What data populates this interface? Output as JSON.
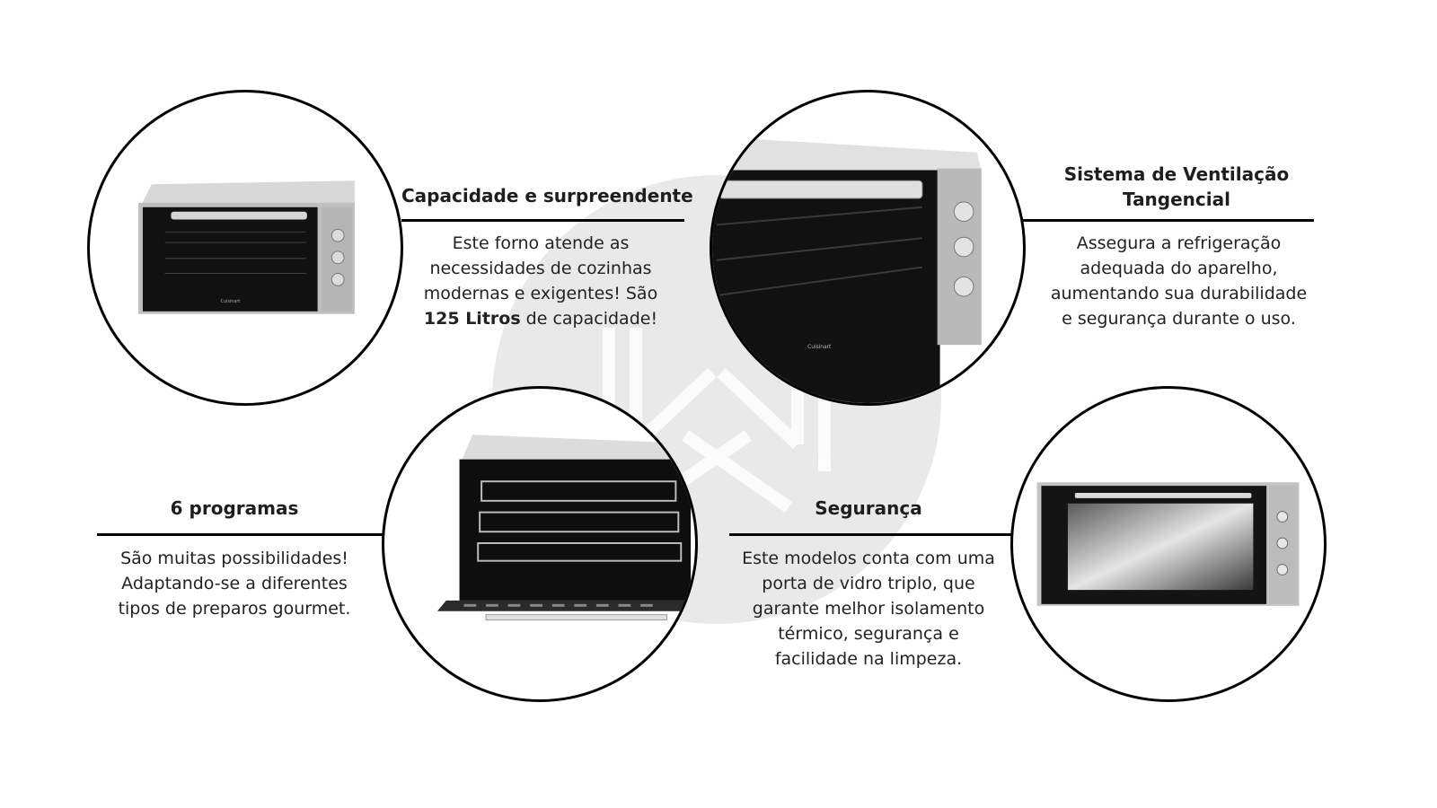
{
  "features": [
    {
      "id": "capacidade",
      "title": "Capacidade e surpreendente",
      "lines": [
        "Este forno atende as",
        "necessidades de cozinhas",
        "modernas e exigentes! São"
      ],
      "last_line_bold": "125 Litros",
      "last_line_rest": " de capacidade!"
    },
    {
      "id": "ventilacao",
      "title_lines": [
        "Sistema de Ventilação",
        "Tangencial"
      ],
      "lines": [
        "Assegura a refrigeração",
        "adequada do aparelho,",
        "aumentando sua durabilidade",
        "e segurança durante o uso."
      ]
    },
    {
      "id": "programas",
      "title": "6 programas",
      "lines": [
        "São muitas possibilidades!",
        "Adaptando-se a diferentes",
        "tipos de preparos gourmet."
      ]
    },
    {
      "id": "seguranca",
      "title": "Segurança",
      "lines": [
        "Este modelos conta com uma",
        "porta de vidro triplo, que",
        "garante melhor isolamento",
        "térmico, segurança e",
        "facilidade na limpeza."
      ]
    }
  ],
  "brand_badge": "Cuisinart",
  "images": {
    "oven_front": "built-in oven front view",
    "oven_angle": "built-in oven angled close-up",
    "oven_open": "built-in oven with open door",
    "oven_glass": "built-in oven with reflective glass door"
  },
  "colors": {
    "ink": "#000000",
    "text": "#222222",
    "background_disc": "#e9e9e9"
  }
}
